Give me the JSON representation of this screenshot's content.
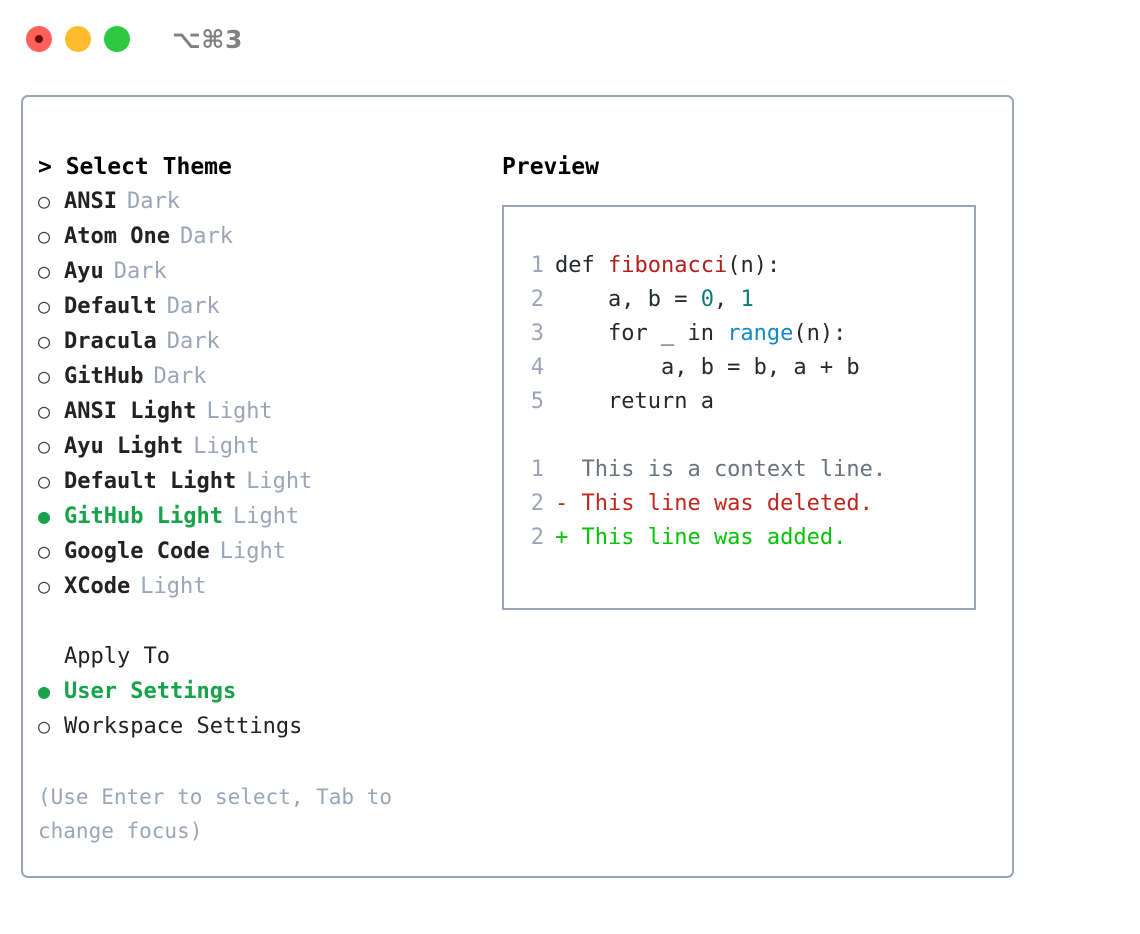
{
  "titlebar": {
    "shortcut": "⌥⌘3",
    "buttons": [
      "close",
      "minimize",
      "maximize"
    ]
  },
  "left": {
    "header": "> Select Theme",
    "prompt": ">",
    "themes": [
      {
        "bullet": "○",
        "name": "ANSI",
        "suffix": "Dark",
        "selected": false
      },
      {
        "bullet": "○",
        "name": "Atom One",
        "suffix": "Dark",
        "selected": false
      },
      {
        "bullet": "○",
        "name": "Ayu",
        "suffix": "Dark",
        "selected": false
      },
      {
        "bullet": "○",
        "name": "Default",
        "suffix": "Dark",
        "selected": false
      },
      {
        "bullet": "○",
        "name": "Dracula",
        "suffix": "Dark",
        "selected": false
      },
      {
        "bullet": "○",
        "name": "GitHub",
        "suffix": "Dark",
        "selected": false
      },
      {
        "bullet": "○",
        "name": "ANSI Light",
        "suffix": "Light",
        "selected": false
      },
      {
        "bullet": "○",
        "name": "Ayu Light",
        "suffix": "Light",
        "selected": false
      },
      {
        "bullet": "○",
        "name": "Default Light",
        "suffix": "Light",
        "selected": false
      },
      {
        "bullet": "●",
        "name": "GitHub Light",
        "suffix": "Light",
        "selected": true
      },
      {
        "bullet": "○",
        "name": "Google Code",
        "suffix": "Light",
        "selected": false
      },
      {
        "bullet": "○",
        "name": "XCode",
        "suffix": "Light",
        "selected": false
      }
    ],
    "apply_to": {
      "header": "Apply To",
      "options": [
        {
          "bullet": "●",
          "label": "User Settings",
          "selected": true
        },
        {
          "bullet": "○",
          "label": "Workspace Settings",
          "selected": false
        }
      ]
    },
    "hint": "(Use Enter to select, Tab to change focus)"
  },
  "right": {
    "title": "Preview",
    "code": [
      {
        "no": "1",
        "tokens": [
          {
            "t": "def ",
            "c": "plain"
          },
          {
            "t": "fibonacci",
            "c": "func"
          },
          {
            "t": "(n):",
            "c": "plain"
          }
        ]
      },
      {
        "no": "2",
        "tokens": [
          {
            "t": "    a, b = ",
            "c": "plain"
          },
          {
            "t": "0",
            "c": "num"
          },
          {
            "t": ", ",
            "c": "plain"
          },
          {
            "t": "1",
            "c": "num"
          }
        ]
      },
      {
        "no": "3",
        "tokens": [
          {
            "t": "    for _ in ",
            "c": "plain"
          },
          {
            "t": "range",
            "c": "call"
          },
          {
            "t": "(n):",
            "c": "plain"
          }
        ]
      },
      {
        "no": "4",
        "tokens": [
          {
            "t": "        a, b = b, a + b",
            "c": "plain"
          }
        ]
      },
      {
        "no": "5",
        "tokens": [
          {
            "t": "    return a",
            "c": "plain"
          }
        ]
      }
    ],
    "diff": [
      {
        "no": "1",
        "marker": " ",
        "text": "  This is a context line.",
        "kind": "ctx"
      },
      {
        "no": "2",
        "marker": "-",
        "text": "- This line was deleted.",
        "kind": "del"
      },
      {
        "no": "2",
        "marker": "+",
        "text": "+ This line was added.",
        "kind": "add"
      }
    ]
  },
  "colors": {
    "accent_green": "#16a34a",
    "muted": "#9aa5b8",
    "border": "#9aa5b8",
    "diff_add": "#07c107",
    "diff_del": "#c0261b",
    "syntax_func": "#b3201a",
    "syntax_num": "#0f7b77",
    "syntax_call": "#1389c4"
  }
}
